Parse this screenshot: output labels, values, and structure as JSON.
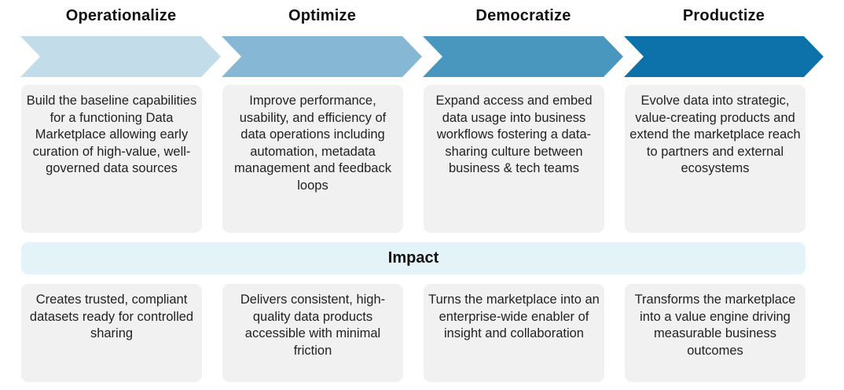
{
  "stages": [
    {
      "title": "Operationalize",
      "color": "#c3dcea",
      "description": "Build the baseline capabilities for a functioning Data Marketplace allowing early curation of high-value, well-governed data sources",
      "impact": "Creates trusted, compliant datasets ready for controlled sharing"
    },
    {
      "title": "Optimize",
      "color": "#86b8d6",
      "description": "Improve performance, usability, and efficiency of data operations including automation, metadata management and feedback loops",
      "impact": "Delivers consistent, high-quality data products accessible with minimal friction"
    },
    {
      "title": "Democratize",
      "color": "#4996bf",
      "description": "Expand access and embed data usage into business workflows fostering a data-sharing culture between business & tech teams",
      "impact": "Turns the marketplace into an enterprise-wide enabler of insight and collaboration"
    },
    {
      "title": "Productize",
      "color": "#0e72aa",
      "description": "Evolve data into strategic, value-creating products and extend the marketplace reach to partners and external ecosystems",
      "impact": "Transforms the marketplace into a value engine driving measurable business outcomes"
    }
  ],
  "impact_header": {
    "label": "Impact",
    "color": "#e3f3f7"
  }
}
